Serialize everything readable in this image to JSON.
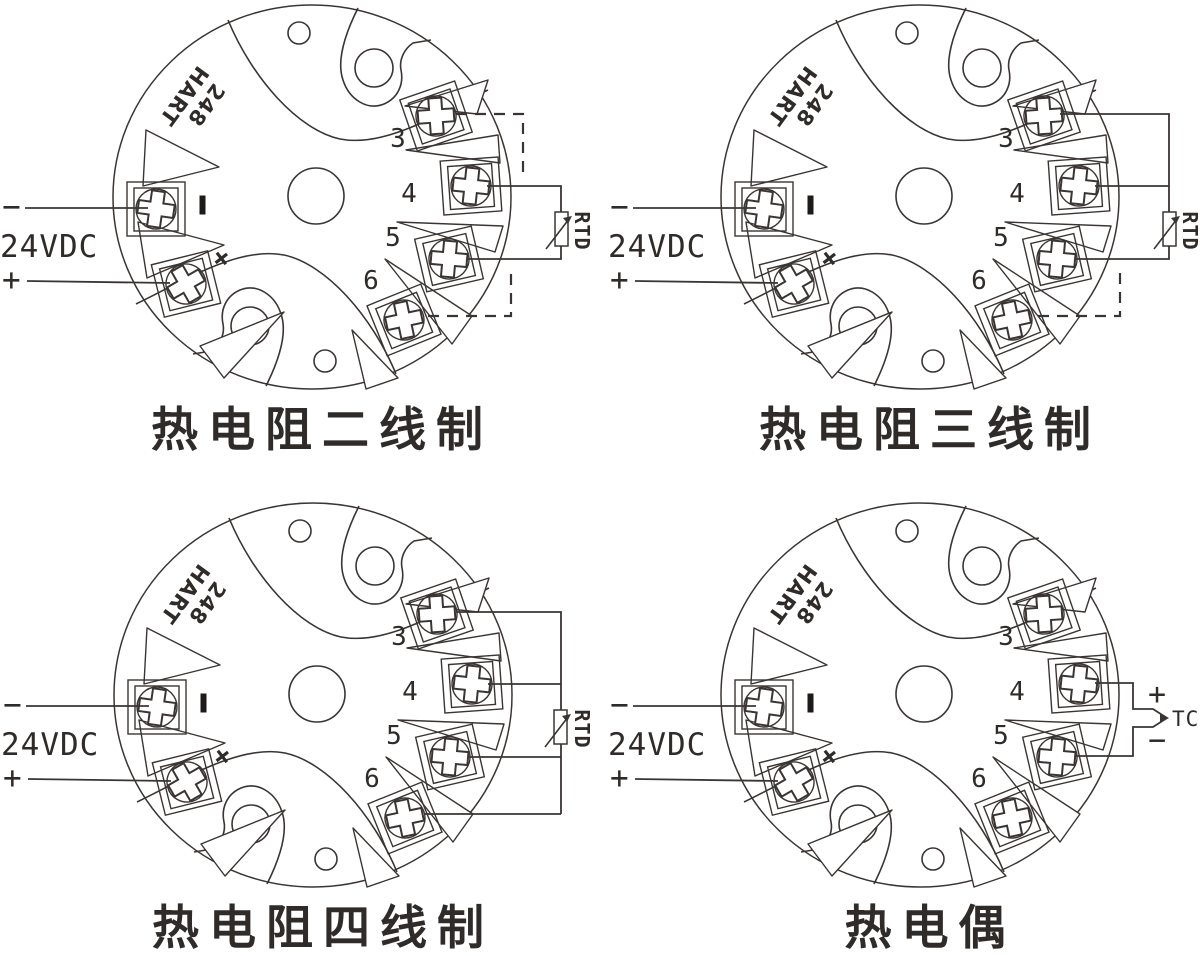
{
  "colors": {
    "line": "#3a3532",
    "text": "#2f2b28",
    "background": "#ffffff"
  },
  "module": {
    "protocol": "HART",
    "model": "248",
    "terminals": {
      "t3": "3",
      "t4": "4",
      "t5": "5",
      "t6": "6"
    },
    "terminal_neg_mark": "-",
    "terminal_pos_mark": "+",
    "power": {
      "minus_sign": "−",
      "voltage_label": "24VDC",
      "plus_sign": "+"
    }
  },
  "sensors": {
    "rtd": "RTD",
    "tc": "TC",
    "tc_plus": "+",
    "tc_minus": "−"
  },
  "diagrams": [
    {
      "caption": "热电阻二线制",
      "sensor": "RTD",
      "wiring": "2-wire",
      "solid_terminals": "4,5",
      "dashed_terminals": "3,6"
    },
    {
      "caption": "热电阻三线制",
      "sensor": "RTD",
      "wiring": "3-wire",
      "solid_terminals": "3,4,5",
      "dashed_terminals": "6"
    },
    {
      "caption": "热电阻四线制",
      "sensor": "RTD",
      "wiring": "4-wire",
      "solid_terminals": "3,4,5,6",
      "dashed_terminals": ""
    },
    {
      "caption": "热电偶",
      "sensor": "TC",
      "wiring": "2-wire",
      "solid_terminals": "4,5",
      "dashed_terminals": ""
    }
  ]
}
